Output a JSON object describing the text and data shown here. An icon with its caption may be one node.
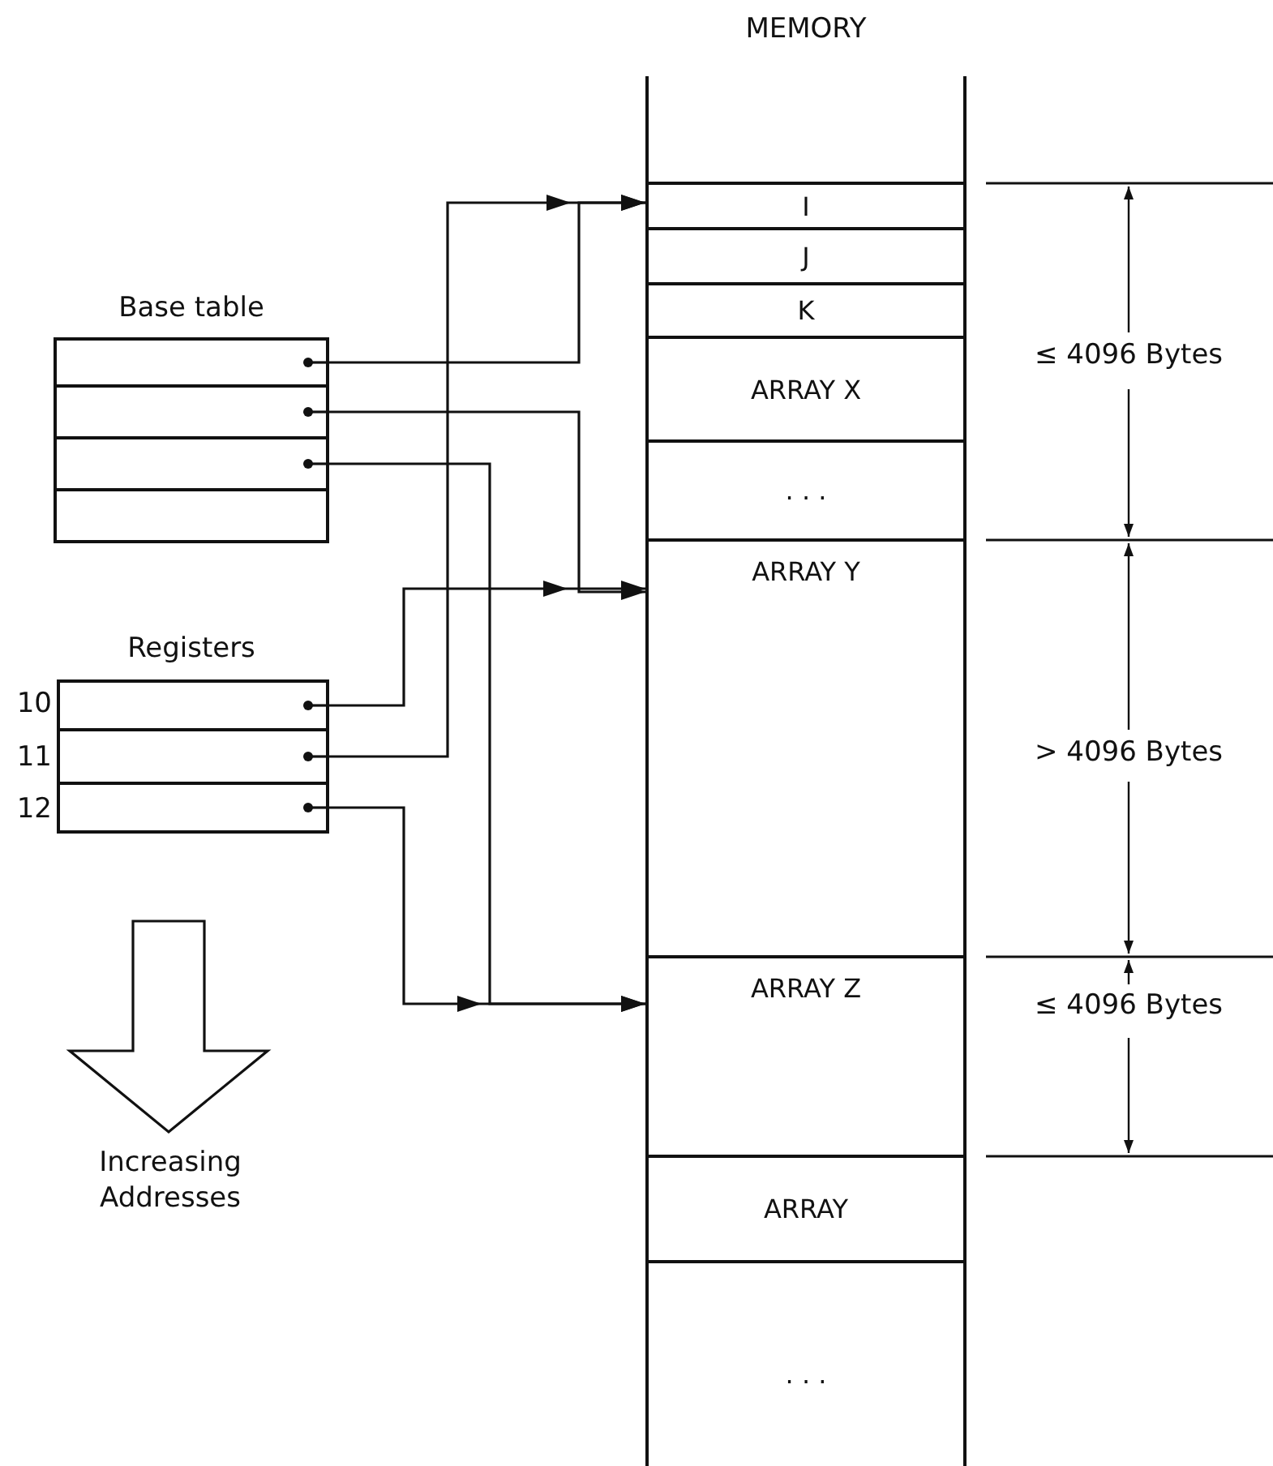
{
  "diagram": {
    "nodes": [
      {
        "text": [
          "Base table"
        ]
      },
      {
        "text": [],
        "shape": "box",
        "in": 0
      },
      {
        "text": [],
        "shape": "box",
        "in": 0
      },
      {
        "text": [],
        "shape": "box",
        "in": 0
      },
      {
        "text": [],
        "shape": "box",
        "in": 0
      },
      {
        "text": [
          "Registers"
        ]
      },
      {
        "text": [],
        "shape": "box",
        "in": 5,
        "beside": [
          "10"
        ]
      },
      {
        "text": [],
        "shape": "box",
        "in": 5,
        "beside": [
          "11"
        ]
      },
      {
        "text": [],
        "shape": "box",
        "in": 5,
        "beside": [
          "12"
        ]
      },
      {
        "text": [
          "MEMORY"
        ]
      },
      {
        "text": [
          "I"
        ],
        "in": 9
      },
      {
        "text": [
          "J"
        ],
        "in": 9
      },
      {
        "text": [
          "K"
        ],
        "in": 9
      },
      {
        "text": [
          "ARRAY X"
        ],
        "in": 9
      },
      {
        "text": [
          ". . ."
        ],
        "in": 9
      },
      {
        "text": [
          "ARRAY Y"
        ],
        "in": 9
      },
      {
        "text": [
          "ARRAY Z"
        ],
        "in": 9
      },
      {
        "text": [
          "ARRAY"
        ],
        "in": 9
      },
      {
        "text": [
          ". . ."
        ],
        "in": 9
      }
    ],
    "edges": [
      {
        "from": 1,
        "to": 10,
        "arrow": "to"
      },
      {
        "from": 2,
        "to": 15,
        "arrow": "to"
      },
      {
        "from": 3,
        "to": 16,
        "arrow": "to"
      },
      {
        "from": 6,
        "to": 15,
        "arrow": "to"
      },
      {
        "from": 7,
        "to": 10,
        "arrow": "to"
      },
      {
        "from": 8,
        "to": 16,
        "arrow": "to"
      }
    ],
    "labels": [
      "≤ 4096 Bytes",
      "> 4096 Bytes",
      "≤ 4096 Bytes",
      "Increasing Addresses"
    ]
  }
}
